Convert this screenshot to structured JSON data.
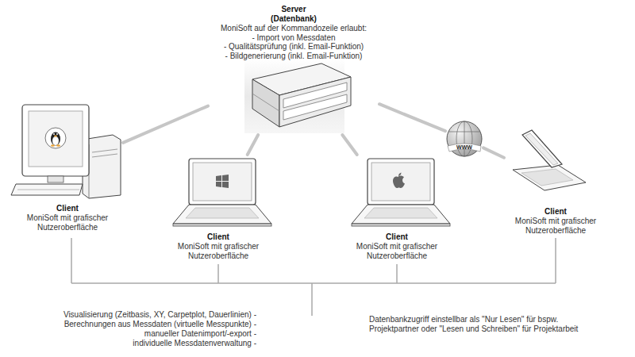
{
  "diagram": {
    "nodes": [
      {
        "text": [
          "Server (Datenbank)",
          "MoniSoft auf der Kommandozeile erlaubt:",
          "- Import von Messdaten",
          "- Qualitätsprüfung (inkl. Email-Funktion)",
          "- Bildgenerierung (inkl. Email-Funktion)"
        ]
      },
      {
        "text": [
          "Client",
          "MoniSoft mit grafischer Nutzeroberfläche"
        ]
      },
      {
        "text": [
          "Client",
          "MoniSoft mit grafischer Nutzeroberfläche"
        ]
      },
      {
        "text": [
          "Client",
          "MoniSoft mit grafischer Nutzeroberfläche"
        ]
      },
      {
        "text": [
          "WWW"
        ]
      },
      {
        "text": [
          "Client",
          "MoniSoft mit grafischer Nutzeroberfläche"
        ]
      }
    ],
    "edges": [
      {
        "from": 0,
        "to": 1,
        "arrow": "none"
      },
      {
        "from": 0,
        "to": 2,
        "arrow": "none"
      },
      {
        "from": 0,
        "to": 3,
        "arrow": "none"
      },
      {
        "from": 0,
        "to": 4,
        "arrow": "none"
      },
      {
        "from": 4,
        "to": 5,
        "arrow": "none"
      }
    ],
    "labels": [
      "Visualisierung (Zeitbasis, XY, Carpetplot, Dauerlinien) -",
      "Berechnungen aus Messdaten (virtuelle Messpunkte) -",
      "manueller Datenimport/-export -",
      "individuelle Messdatenverwaltung -",
      "Datenbankzugriff einstellbar als \"Nur Lesen\" für bspw. Projektpartner oder \"Lesen und Schreiben\" für Projektarbeit"
    ]
  }
}
